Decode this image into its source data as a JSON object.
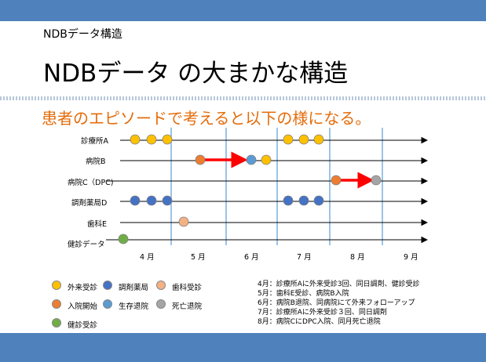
{
  "slide": {
    "section_title": "NDBデータ構造",
    "title": "NDBデータ の大まかな構造",
    "subtitle": "患者のエピソードで考えると以下の様になる。"
  },
  "timeline": {
    "rows": [
      "診療所A",
      "病院B",
      "病院C（DPC)",
      "調剤薬局D",
      "歯科E",
      "健診データ"
    ],
    "months": [
      "4 月",
      "5 月",
      "6 月",
      "7 月",
      "8 月",
      "9 月"
    ]
  },
  "legend": [
    {
      "label": "外来受診",
      "color": "#ffc000"
    },
    {
      "label": "調剤薬局",
      "color": "#4472c4"
    },
    {
      "label": "歯科受診",
      "color": "#f4b183"
    },
    {
      "label": "入院開始",
      "color": "#ed7d31"
    },
    {
      "label": "生存退院",
      "color": "#5b9bd5"
    },
    {
      "label": "死亡退院",
      "color": "#a5a5a5"
    },
    {
      "label": "健診受診",
      "color": "#70ad47"
    }
  ],
  "notes": [
    "4月：診療所Aに外来受診3回、同日調剤、健診受診",
    "5月：歯科E受診、病院B入院",
    "6月：病院B退院、同病院にて外来フォローアップ",
    "7月：診療所Aに外来受診３回、同日調剤",
    "8月：病院CにDPC入院、同月死亡退院"
  ],
  "colors": {
    "bar": "#4f81bd",
    "subtitle": "#e46c0a",
    "arrow": "#ff0000"
  }
}
